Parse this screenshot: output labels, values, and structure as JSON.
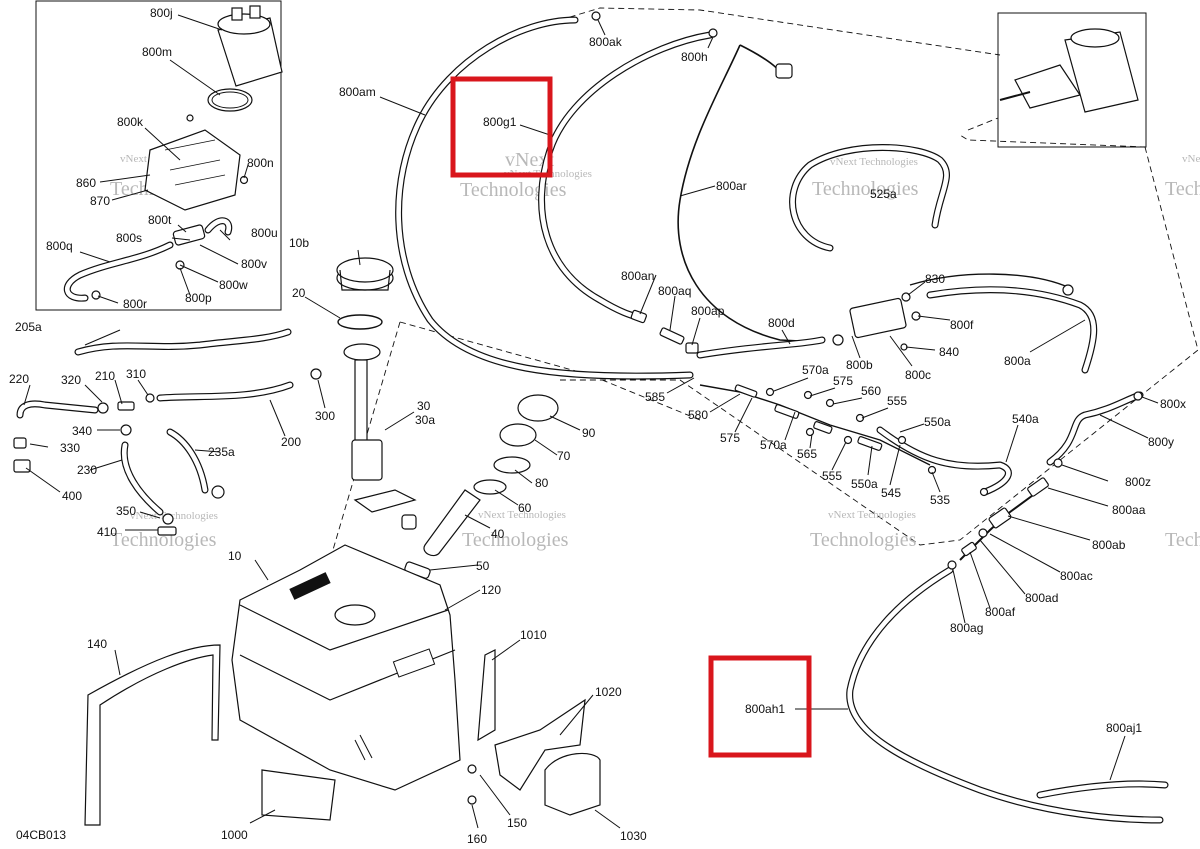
{
  "diagram_id": "04CB013",
  "watermark": {
    "brand": "vNext Technologies",
    "line1": "vNext",
    "line2": "Technologies"
  },
  "highlight_color": "#d9161c",
  "highlighted_callouts": [
    "800g1",
    "800ah1"
  ],
  "callouts": {
    "c800j": "800j",
    "c800m": "800m",
    "c800k": "800k",
    "c800n": "800n",
    "c860": "860",
    "c870": "870",
    "c800t": "800t",
    "c800s": "800s",
    "c800u": "800u",
    "c800v": "800v",
    "c800q": "800q",
    "c800w": "800w",
    "c800p": "800p",
    "c800r": "800r",
    "c800am": "800am",
    "c800g1": "800g1",
    "c800ak": "800ak",
    "c800h": "800h",
    "c800ar": "800ar",
    "c525a": "525a",
    "c10b": "10b",
    "c20": "20",
    "c205a": "205a",
    "c220": "220",
    "c320": "320",
    "c210": "210",
    "c310": "310",
    "c340": "340",
    "c330": "330",
    "c230": "230",
    "c400": "400",
    "c235a": "235a",
    "c200": "200",
    "c300": "300",
    "c30": "30",
    "c30a": "30a",
    "c90": "90",
    "c70": "70",
    "c80": "80",
    "c60": "60",
    "c40": "40",
    "c350": "350",
    "c410": "410",
    "c50": "50",
    "c10": "10",
    "c120": "120",
    "c140": "140",
    "c1010": "1010",
    "c1020": "1020",
    "c1000": "1000",
    "c160": "160",
    "c150": "150",
    "c1030": "1030",
    "c800an": "800an",
    "c800aq": "800aq",
    "c800ap": "800ap",
    "c800d": "800d",
    "c830": "830",
    "c800f": "800f",
    "c800b": "800b",
    "c840": "840",
    "c800c": "800c",
    "c800a": "800a",
    "c585": "585",
    "c570a_1": "570a",
    "c575_1": "575",
    "c560": "560",
    "c555_1": "555",
    "c580": "580",
    "c550a_1": "550a",
    "c575_2": "575",
    "c570a_2": "570a",
    "c565": "565",
    "c555_2": "555",
    "c550a_2": "550a",
    "c545": "545",
    "c535": "535",
    "c540a": "540a",
    "c800x": "800x",
    "c800y": "800y",
    "c800z": "800z",
    "c800aa": "800aa",
    "c800ab": "800ab",
    "c800ac": "800ac",
    "c800ad": "800ad",
    "c800af": "800af",
    "c800ag": "800ag",
    "c800ah1": "800ah1",
    "c800aj1": "800aj1"
  }
}
